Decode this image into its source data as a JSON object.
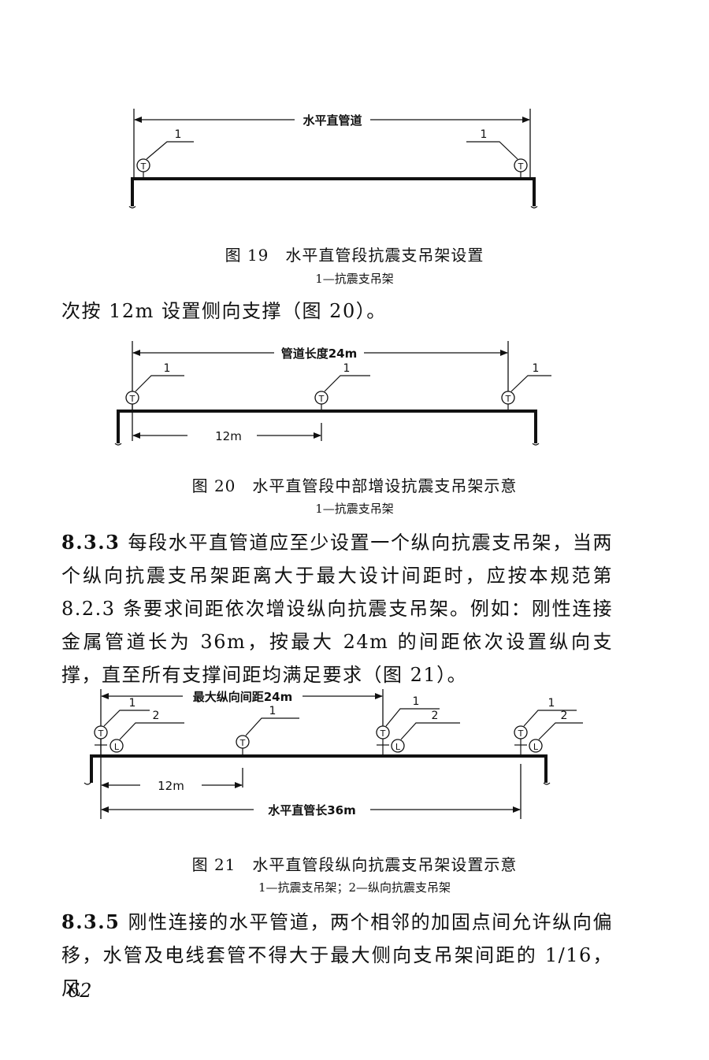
{
  "figure19": {
    "dim_label": "水平直管道",
    "callout_1": "1",
    "callout_2": "1",
    "support_symbol": "T",
    "caption": "图 19　水平直管段抗震支吊架设置",
    "legend": "1—抗震支吊架"
  },
  "text_line_1": "次按 12m 设置侧向支撑（图 20）。",
  "figure20": {
    "dim_label_top": "管道长度24m",
    "dim_label_bottom": "12m",
    "callouts": [
      "1",
      "1",
      "1"
    ],
    "support_symbol": "T",
    "caption": "图 20　水平直管段中部增设抗震支吊架示意",
    "legend": "1—抗震支吊架"
  },
  "clause_833": {
    "number": "8.3.3",
    "text": "每段水平直管道应至少设置一个纵向抗震支吊架，当两个纵向抗震支吊架距离大于最大设计间距时，应按本规范第 8.2.3 条要求间距依次增设纵向抗震支吊架。例如：刚性连接金属管道长为 36m，按最大 24m 的间距依次设置纵向支撑，直至所有支撑间距均满足要求（图 21）。"
  },
  "figure21": {
    "dim_label_top": "最大纵向间距24m",
    "dim_label_mid": "12m",
    "dim_label_bottom": "水平直管长36m",
    "callouts_1": [
      "1",
      "1",
      "1",
      "1"
    ],
    "callouts_2": [
      "2",
      "2",
      "2"
    ],
    "symbol_T": "T",
    "symbol_L": "L",
    "caption": "图 21　水平直管段纵向抗震支吊架设置示意",
    "legend": "1—抗震支吊架；2—纵向抗震支吊架"
  },
  "clause_835": {
    "number": "8.3.5",
    "text": "刚性连接的水平管道，两个相邻的加固点间允许纵向偏移，水管及电线套管不得大于最大侧向支吊架间距的 1/16，风"
  },
  "page_number": "62"
}
